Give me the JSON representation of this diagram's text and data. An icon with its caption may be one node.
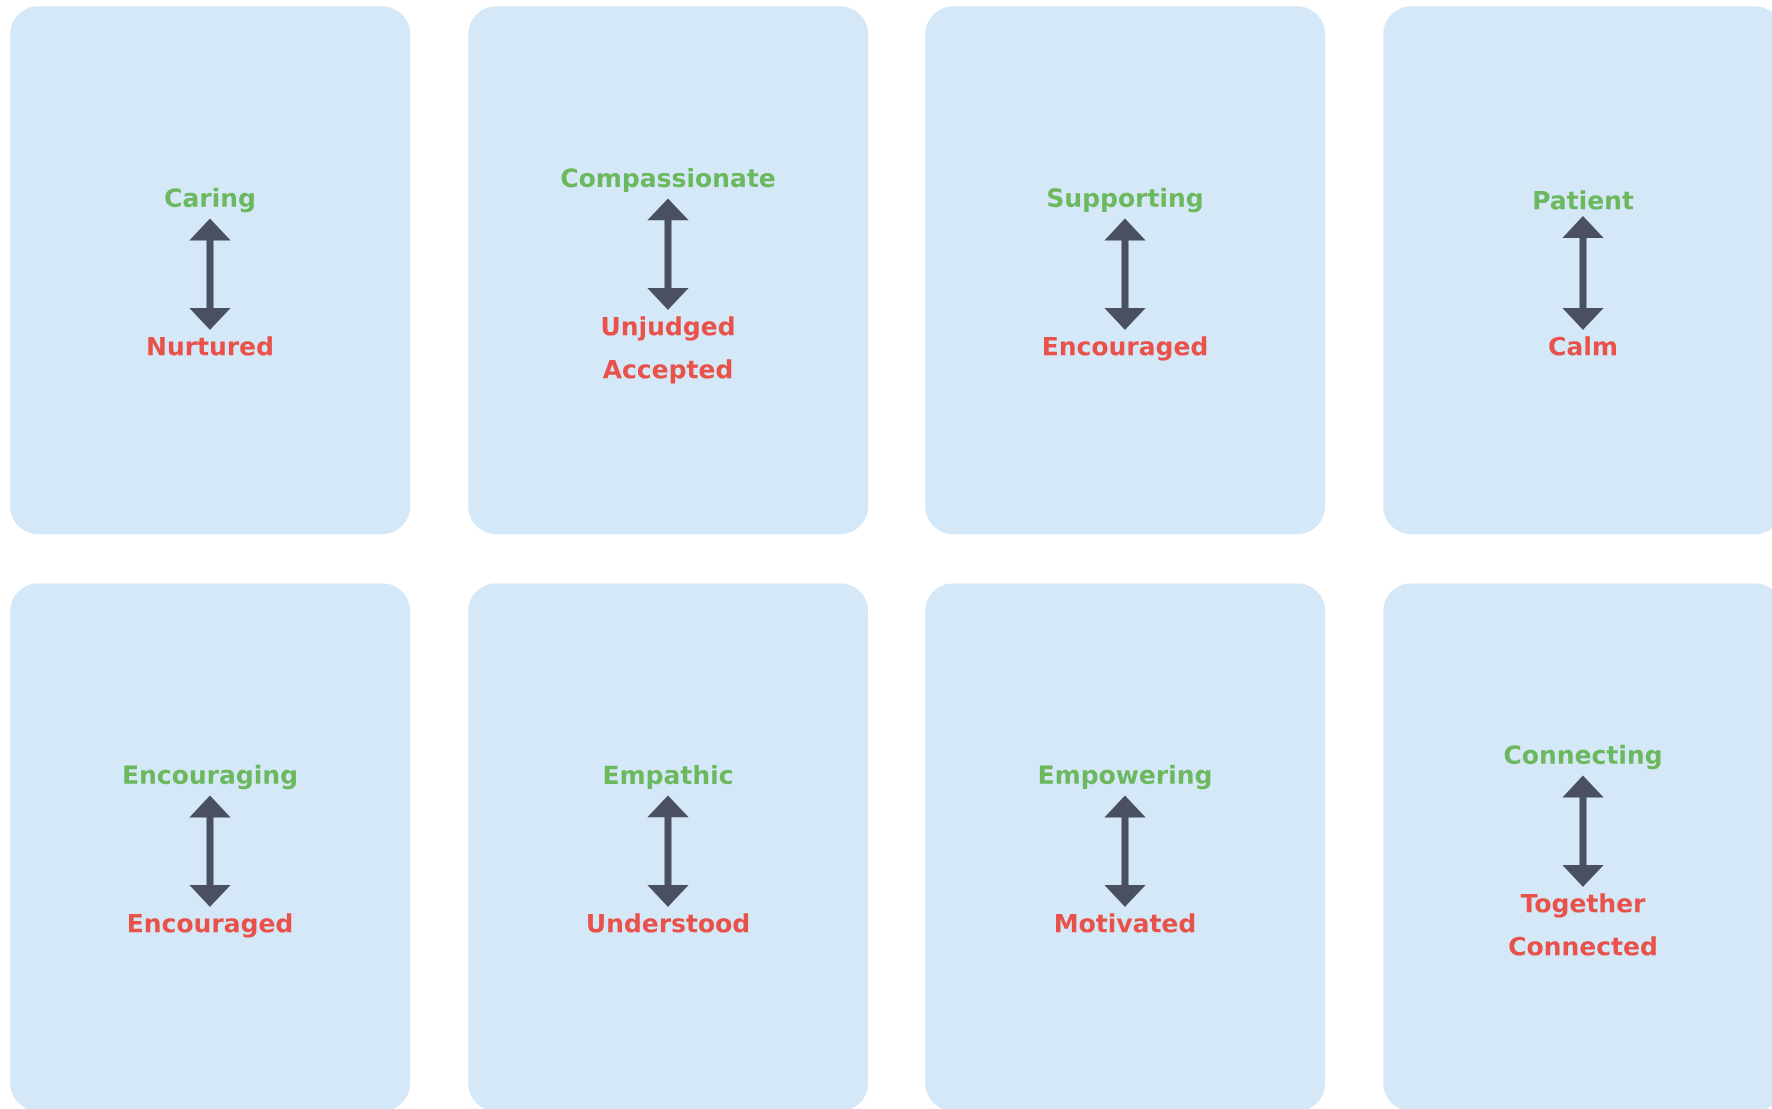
{
  "diagram": {
    "nodes": [
      {
        "text": [],
        "shape": "box"
      },
      {
        "text": [
          "Caring"
        ],
        "in": 0
      },
      {
        "text": [
          "Nurtured"
        ],
        "in": 0
      },
      {
        "text": [],
        "shape": "box"
      },
      {
        "text": [
          "Compassionate"
        ],
        "in": 3
      },
      {
        "text": [
          "Unjudged Accepted"
        ],
        "in": 3
      },
      {
        "text": [],
        "shape": "box"
      },
      {
        "text": [
          "Supporting"
        ],
        "in": 6
      },
      {
        "text": [
          "Encouraged"
        ],
        "in": 6
      },
      {
        "text": [],
        "shape": "box"
      },
      {
        "text": [
          "Patient"
        ],
        "in": 9
      },
      {
        "text": [
          "Calm"
        ],
        "in": 9
      },
      {
        "text": [],
        "shape": "box"
      },
      {
        "text": [
          "Encouraging"
        ],
        "in": 12
      },
      {
        "text": [
          "Encouraged"
        ],
        "in": 12
      },
      {
        "text": [],
        "shape": "box"
      },
      {
        "text": [
          "Empathic"
        ],
        "in": 15
      },
      {
        "text": [
          "Understood"
        ],
        "in": 15
      },
      {
        "text": [],
        "shape": "box"
      },
      {
        "text": [
          "Empowering"
        ],
        "in": 18
      },
      {
        "text": [
          "Motivated"
        ],
        "in": 18
      },
      {
        "text": [],
        "shape": "box"
      },
      {
        "text": [
          "Connecting"
        ],
        "in": 21
      },
      {
        "text": [
          "Together Connected"
        ],
        "in": 21
      }
    ],
    "edges": [
      {
        "from": 1,
        "to": 2,
        "arrow": "both"
      },
      {
        "from": 4,
        "to": 5,
        "arrow": "both"
      },
      {
        "from": 7,
        "to": 8,
        "arrow": "both"
      },
      {
        "from": 10,
        "to": 11,
        "arrow": "both"
      },
      {
        "from": 13,
        "to": 14,
        "arrow": "both"
      },
      {
        "from": 16,
        "to": 17,
        "arrow": "both"
      },
      {
        "from": 19,
        "to": 20,
        "arrow": "both"
      },
      {
        "from": 22,
        "to": 23,
        "arrow": "both"
      }
    ]
  }
}
